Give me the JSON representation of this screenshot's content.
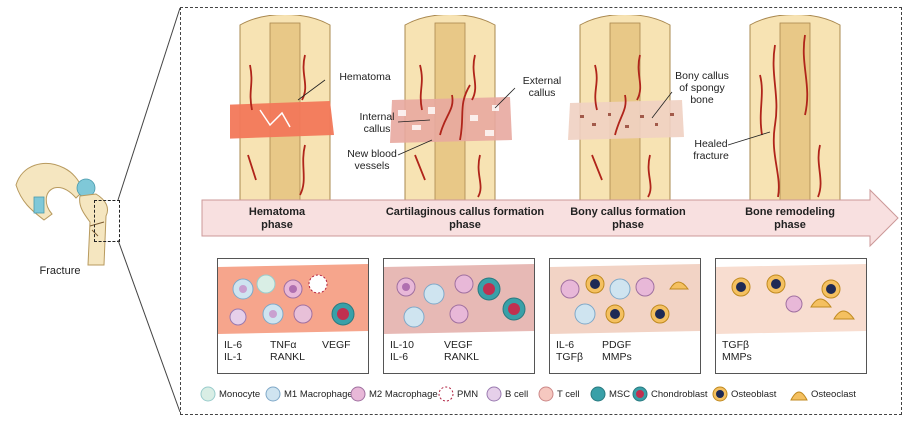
{
  "fracture_label": "Fracture",
  "stage_labels": {
    "hematoma": "Hematoma",
    "external_callus": "External\ncallus",
    "internal_callus": "Internal\ncallus",
    "new_blood_vessels": "New blood\nvessels",
    "bony_callus": "Bony callus\nof spongy\nbone",
    "healed_fracture": "Healed\nfracture"
  },
  "phases": [
    {
      "title": "Hematoma",
      "sub": "phase"
    },
    {
      "title": "Cartilaginous callus formation",
      "sub": "phase"
    },
    {
      "title": "Bony callus formation",
      "sub": "phase"
    },
    {
      "title": "Bone remodeling",
      "sub": "phase"
    }
  ],
  "panels": [
    {
      "col1": [
        "IL-6",
        "IL-1"
      ],
      "col2": [
        "TNFα",
        "RANKL"
      ],
      "col3": [
        "VEGF"
      ]
    },
    {
      "col1": [
        "IL-10",
        "IL-6"
      ],
      "col2": [
        "VEGF",
        "RANKL"
      ]
    },
    {
      "col1": [
        "IL-6",
        "TGFβ"
      ],
      "col2": [
        "PDGF",
        "MMPs"
      ]
    },
    {
      "col1": [
        "TGFβ",
        "MMPs"
      ]
    }
  ],
  "legend": [
    {
      "label": "Monocyte",
      "icon": "monocyte-icon"
    },
    {
      "label": "M1 Macrophage",
      "icon": "m1-macrophage-icon"
    },
    {
      "label": "M2 Macrophage",
      "icon": "m2-macrophage-icon"
    },
    {
      "label": "PMN",
      "icon": "pmn-icon"
    },
    {
      "label": "B cell",
      "icon": "b-cell-icon"
    },
    {
      "label": "T cell",
      "icon": "t-cell-icon"
    },
    {
      "label": "MSC",
      "icon": "msc-icon"
    },
    {
      "label": "Chondroblast",
      "icon": "chondroblast-icon"
    },
    {
      "label": "Osteoblast",
      "icon": "osteoblast-icon"
    },
    {
      "label": "Osteoclast",
      "icon": "osteoclast-icon"
    }
  ],
  "colors": {
    "bone": "#f7e3b3",
    "marrow": "#e8c887",
    "vessel": "#b0241a",
    "hematoma": "#f2785a",
    "arrow": "#f4d6d6",
    "panel_bg_1": "#f6a58c",
    "panel_bg_2": "#e7b9b5",
    "panel_bg_3": "#f2d3c5",
    "panel_bg_4": "#f8ddd0"
  }
}
